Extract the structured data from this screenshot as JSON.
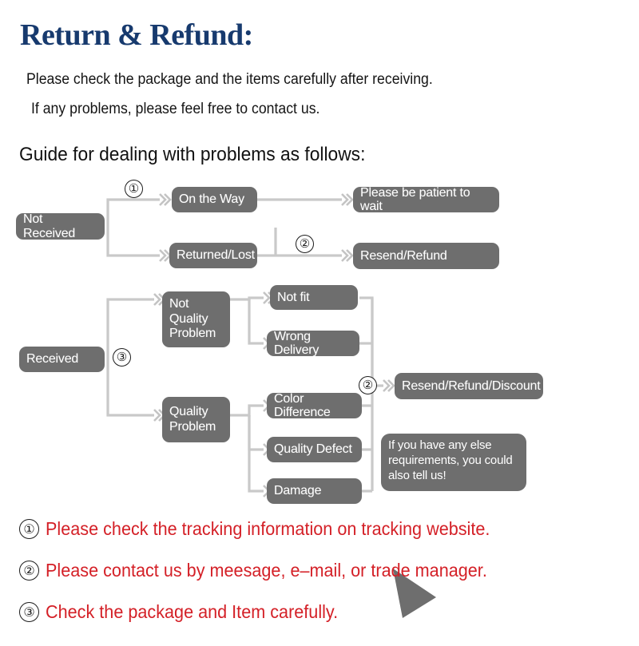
{
  "document": {
    "title": "Return & Refund:",
    "intro_line_1": "Please check the package and the items carefully after receiving.",
    "intro_line_2": "If any problems, please feel free to contact us.",
    "guide_heading": "Guide for dealing with problems as follows:"
  },
  "colors": {
    "title_blue": "#173a6e",
    "node_gray": "#6e6e6e",
    "node_text": "#ffffff",
    "connector_gray": "#c9c9c9",
    "note_red": "#d42027",
    "background": "#ffffff"
  },
  "flowchart": {
    "nodes": {
      "not_received": "Not Received",
      "on_the_way": "On the Way",
      "returned_lost": "Returned/Lost",
      "please_be_patient": "Please be patient to wait",
      "resend_refund": "Resend/Refund",
      "received": "Received",
      "not_quality_problem": "Not\nQuality\nProblem",
      "quality_problem": "Quality\nProblem",
      "not_fit": "Not fit",
      "wrong_delivery": "Wrong Delivery",
      "color_difference": "Color Difference",
      "quality_defect": "Quality Defect",
      "damage": "Damage",
      "resend_refund_discount": "Resend/Refund/Discount"
    },
    "markers": {
      "marker_1": "①",
      "marker_2a": "②",
      "marker_2b": "②",
      "marker_3": "③"
    },
    "callout": "If you have any else\nrequirements, you could\nalso tell us!"
  },
  "notes": [
    {
      "marker": "①",
      "text": "Please check the tracking information on tracking website."
    },
    {
      "marker": "②",
      "text": "Please contact us by meesage, e–mail, or trade manager."
    },
    {
      "marker": "③",
      "text": "Check the package and Item carefully."
    }
  ]
}
